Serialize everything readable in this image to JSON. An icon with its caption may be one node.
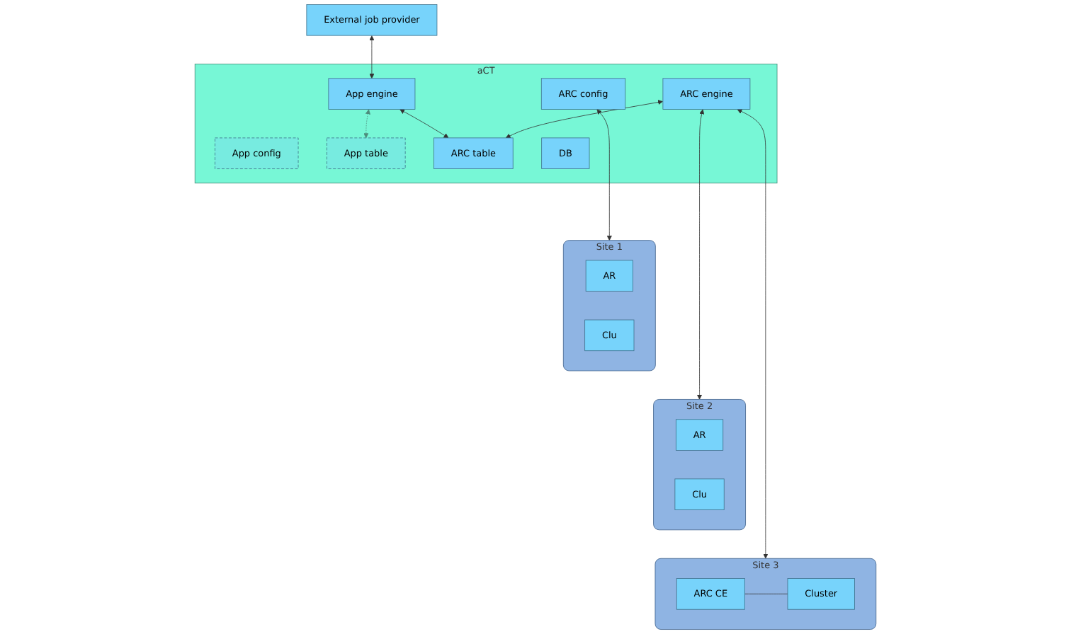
{
  "diagram": {
    "nodes": [
      {
        "text": [
          "External job provider"
        ]
      },
      {
        "text": [
          "aCT"
        ]
      },
      {
        "text": [
          "App config"
        ],
        "in": 1
      },
      {
        "text": [
          "App engine"
        ],
        "in": 1
      },
      {
        "text": [
          "ARC config"
        ],
        "in": 1
      },
      {
        "text": [
          "ARC engine"
        ],
        "in": 1
      },
      {
        "text": [
          "App table"
        ],
        "in": 1
      },
      {
        "text": [
          "ARC table"
        ],
        "in": 1
      },
      {
        "text": [
          "DB"
        ],
        "in": 1
      },
      {
        "text": [
          "Site 1"
        ]
      },
      {
        "text": [
          "AR"
        ],
        "in": 9
      },
      {
        "text": [
          "Clu"
        ],
        "in": 9
      },
      {
        "text": [
          "Site 2"
        ]
      },
      {
        "text": [
          "AR"
        ],
        "in": 12
      },
      {
        "text": [
          "Clu"
        ],
        "in": 12
      },
      {
        "text": [
          "Site 3"
        ]
      },
      {
        "text": [
          "ARC CE"
        ],
        "in": 15
      },
      {
        "text": [
          "Cluster"
        ],
        "in": 15
      }
    ],
    "edges": [
      {
        "from": 0,
        "to": 3,
        "arrow": "both"
      },
      {
        "from": 3,
        "to": 6,
        "arrow": "both",
        "style": "dashed",
        "color": "#4e8c7c"
      },
      {
        "from": 3,
        "to": 7,
        "arrow": "both"
      },
      {
        "from": 5,
        "to": 7,
        "arrow": "both"
      },
      {
        "from": 4,
        "to": 9,
        "arrow": "both"
      },
      {
        "from": 5,
        "to": 12,
        "arrow": "both"
      },
      {
        "from": 5,
        "to": 15,
        "arrow": "both"
      },
      {
        "from": 16,
        "to": 17,
        "arrow": "none"
      }
    ]
  }
}
